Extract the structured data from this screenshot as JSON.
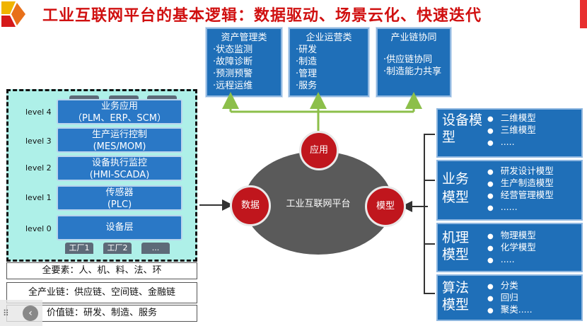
{
  "title": "工业互联网平台的基本逻辑：数据驱动、场景云化、快速迭代",
  "top_boxes": [
    {
      "heading": "资产管理类",
      "items": [
        "·状态监测",
        "·故障诊断",
        "·预测预警",
        "·远程运维"
      ]
    },
    {
      "heading": "企业运营类",
      "items": [
        "·研发",
        "·制造",
        "·管理",
        "·服务"
      ]
    },
    {
      "heading": "产业链协同",
      "items": [
        "",
        "·供应链协同",
        "·制造能力共享"
      ]
    }
  ],
  "levels": [
    {
      "label": "level 4",
      "line1": "业务应用",
      "line2": "（PLM、ERP、SCM）"
    },
    {
      "label": "level 3",
      "line1": "生产运行控制",
      "line2": "(MES/MOM)"
    },
    {
      "label": "level 2",
      "line1": "设备执行监控",
      "line2": "(HMI-SCADA)"
    },
    {
      "label": "level 1",
      "line1": "传感器",
      "line2": "(PLC)"
    },
    {
      "label": "level 0",
      "line1": "设备层",
      "line2": ""
    }
  ],
  "factories": [
    "工厂1",
    "工厂2",
    "..."
  ],
  "bottom_rows": [
    "全要素：人、机、料、法、环",
    "全产业链：供应链、空间链、金融链",
    "价值链：研发、制造、服务"
  ],
  "platform": {
    "center": "工业互联网平台",
    "app": "应用",
    "data": "数据",
    "model": "模型"
  },
  "models": [
    {
      "name_line1": "设备模",
      "name_line2": "型",
      "items": [
        "二维模型",
        "三维模型",
        "....."
      ]
    },
    {
      "name_line1": "业务",
      "name_line2": "模型",
      "items": [
        "研发设计模型",
        "生产制造模型",
        "经营管理模型",
        "......"
      ]
    },
    {
      "name_line1": "机理",
      "name_line2": "模型",
      "items": [
        "物理模型",
        "化学模型",
        "....."
      ]
    },
    {
      "name_line1": "算法",
      "name_line2": "模型",
      "items": [
        "分类",
        "回归",
        "聚类....."
      ]
    }
  ],
  "colors": {
    "title": "#d01010",
    "box_blue": "#1f6fb8",
    "circle_red": "#c0161d",
    "cyan_bg": "#aef0e8",
    "arrow_green": "#8cbf4a",
    "ellipse_gray": "#5a5a5a"
  }
}
